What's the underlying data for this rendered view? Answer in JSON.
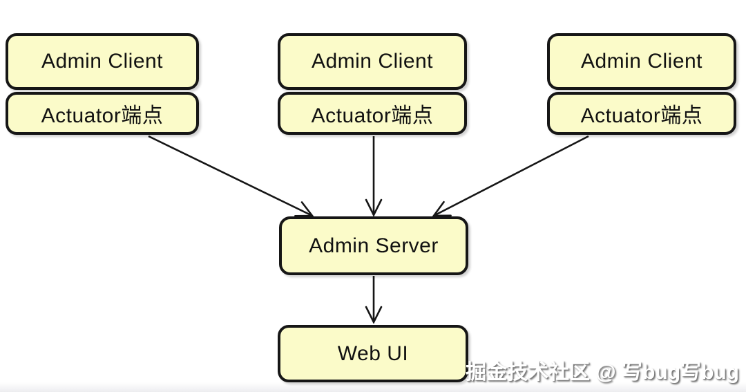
{
  "diagram": {
    "type": "architecture-flow",
    "clients": [
      {
        "title": "Admin Client",
        "subtitle": "Actuator端点"
      },
      {
        "title": "Admin Client",
        "subtitle": "Actuator端点"
      },
      {
        "title": "Admin Client",
        "subtitle": "Actuator端点"
      }
    ],
    "server": {
      "label": "Admin Server"
    },
    "webui": {
      "label": "Web UI"
    },
    "edges": [
      {
        "from": "client-1-actuator",
        "to": "admin-server"
      },
      {
        "from": "client-2-actuator",
        "to": "admin-server"
      },
      {
        "from": "client-3-actuator",
        "to": "admin-server"
      },
      {
        "from": "admin-server",
        "to": "web-ui"
      }
    ],
    "colors": {
      "node_fill": "#fbfbc9",
      "node_border": "#161616",
      "arrow": "#161616",
      "background": "#ffffff"
    }
  },
  "watermark": {
    "text": "掘金技术社区 @ 写bug写bug",
    "color": "#ffffff"
  }
}
